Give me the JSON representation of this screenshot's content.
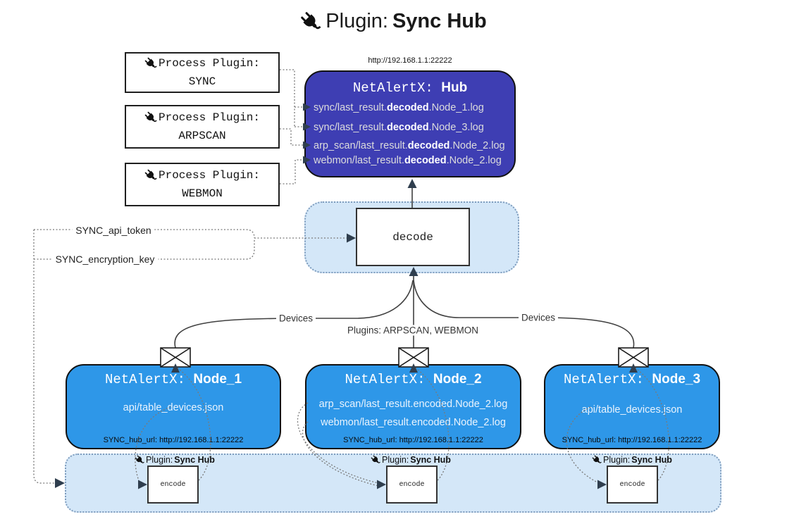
{
  "title": {
    "prefix": "Plugin:",
    "name": "Sync Hub"
  },
  "process_plugins": [
    {
      "label": "Process Plugin:",
      "name": "SYNC"
    },
    {
      "label": "Process Plugin:",
      "name": "ARPSCAN"
    },
    {
      "label": "Process Plugin:",
      "name": "WEBMON"
    }
  ],
  "hub": {
    "url": "http://192.168.1.1:22222",
    "title_prefix": "NetAlertX:",
    "title_name": "Hub",
    "logs": [
      {
        "pre": "sync/last_result.",
        "bold": "decoded",
        "post": ".Node_1.log"
      },
      {
        "pre": "sync/last_result.",
        "bold": "decoded",
        "post": ".Node_3.log"
      },
      {
        "pre": "arp_scan/last_result.",
        "bold": "decoded",
        "post": ".Node_2.log"
      },
      {
        "pre": "webmon/last_result.",
        "bold": "decoded",
        "post": ".Node_2.log"
      }
    ]
  },
  "decode_label": "decode",
  "settings": {
    "api_token": "SYNC_api_token",
    "encryption_key": "SYNC_encryption_key"
  },
  "edge_labels": {
    "devices_left": "Devices",
    "plugins_middle": "Plugins: ARPSCAN, WEBMON",
    "devices_right": "Devices"
  },
  "nodes": [
    {
      "title_prefix": "NetAlertX:",
      "title_name": "Node_1",
      "lines": [
        "api/table_devices.json"
      ],
      "hub_url": "SYNC_hub_url: http://192.168.1.1:22222"
    },
    {
      "title_prefix": "NetAlertX:",
      "title_name": "Node_2",
      "lines": [
        "arp_scan/last_result.encoded.Node_2.log",
        "webmon/last_result.encoded.Node_2.log"
      ],
      "hub_url": "SYNC_hub_url: http://192.168.1.1:22222"
    },
    {
      "title_prefix": "NetAlertX:",
      "title_name": "Node_3",
      "lines": [
        "api/table_devices.json"
      ],
      "hub_url": "SYNC_hub_url: http://192.168.1.1:22222"
    }
  ],
  "encode_sections": [
    {
      "prefix": "Plugin:",
      "name": "Sync Hub",
      "box_label": "encode"
    },
    {
      "prefix": "Plugin:",
      "name": "Sync Hub",
      "box_label": "encode"
    },
    {
      "prefix": "Plugin:",
      "name": "Sync Hub",
      "box_label": "encode"
    }
  ],
  "colors": {
    "hub_fill": "#3E3EB3",
    "node_fill": "#2E97E8",
    "container_fill": "#D4E7F8",
    "container_border": "#7E9CBD",
    "arrow_dark": "#2F3E4E",
    "solid_line": "#404040",
    "dotted_line": "#7A7A7A"
  }
}
